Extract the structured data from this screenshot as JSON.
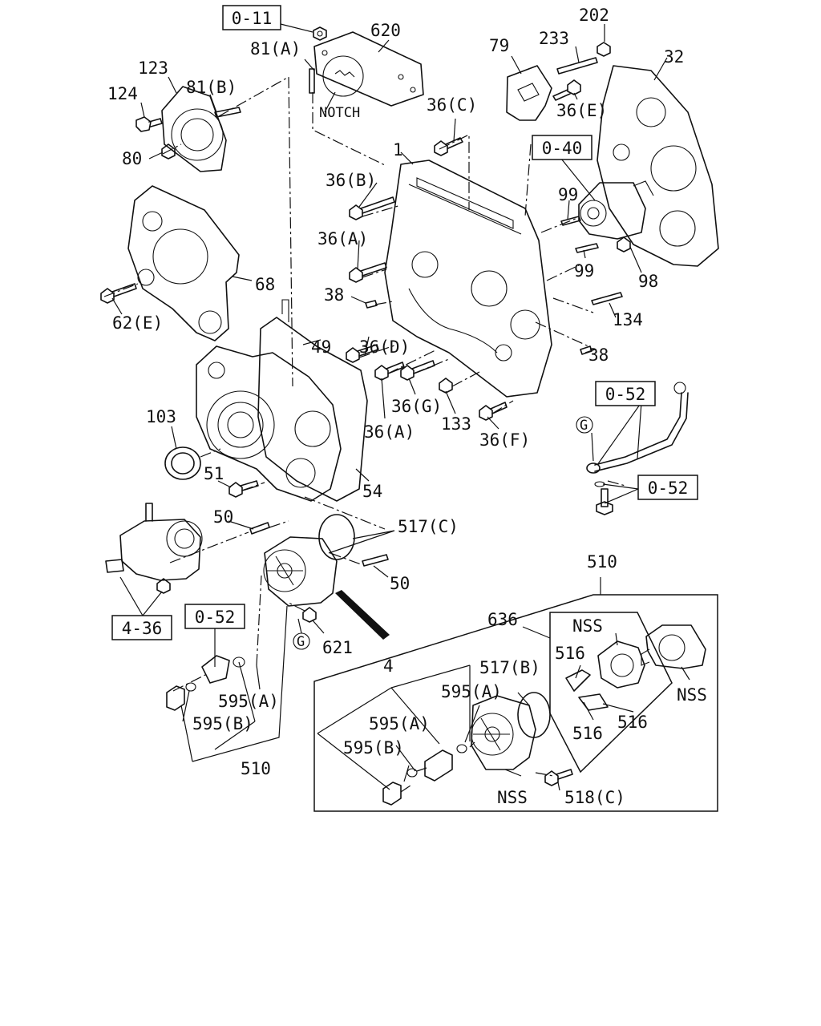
{
  "callouts": {
    "ref_0_11": "0-11",
    "ref_0_40": "0-40",
    "ref_0_52_a": "0-52",
    "ref_0_52_b": "0-52",
    "ref_0_52_c": "0-52",
    "ref_4_36": "4-36"
  },
  "labels": {
    "p620": "620",
    "p81a": "81(A)",
    "p123": "123",
    "p81b": "81(B)",
    "p124": "124",
    "p80": "80",
    "notch": "NOTCH",
    "p79": "79",
    "p233": "233",
    "p202": "202",
    "p32": "32",
    "p36c": "36(C)",
    "p36e": "36(E)",
    "p1": "1",
    "p36b": "36(B)",
    "p99a": "99",
    "p99b": "99",
    "p98": "98",
    "p36a_top": "36(A)",
    "p68": "68",
    "p38a": "38",
    "p134": "134",
    "p62e": "62(E)",
    "p49": "49",
    "p36d": "36(D)",
    "p38b": "38",
    "p36g": "36(G)",
    "p133": "133",
    "p36a_mid": "36(A)",
    "p36f": "36(F)",
    "p103": "103",
    "p51": "51",
    "p54": "54",
    "g1": "G",
    "p50a": "50",
    "p517c": "517(C)",
    "p50b": "50",
    "p510_top": "510",
    "g2": "G",
    "p621": "621",
    "p636": "636",
    "nss1": "NSS",
    "nss2": "NSS",
    "nss3": "NSS",
    "p516a": "516",
    "p516b": "516",
    "p516c": "516",
    "p4": "4",
    "p517b": "517(B)",
    "p595a_l": "595(A)",
    "p595b_l": "595(B)",
    "p510_bot": "510",
    "p595a_r1": "595(A)",
    "p595a_r2": "595(A)",
    "p595b_r": "595(B)",
    "p518c": "518(C)"
  }
}
